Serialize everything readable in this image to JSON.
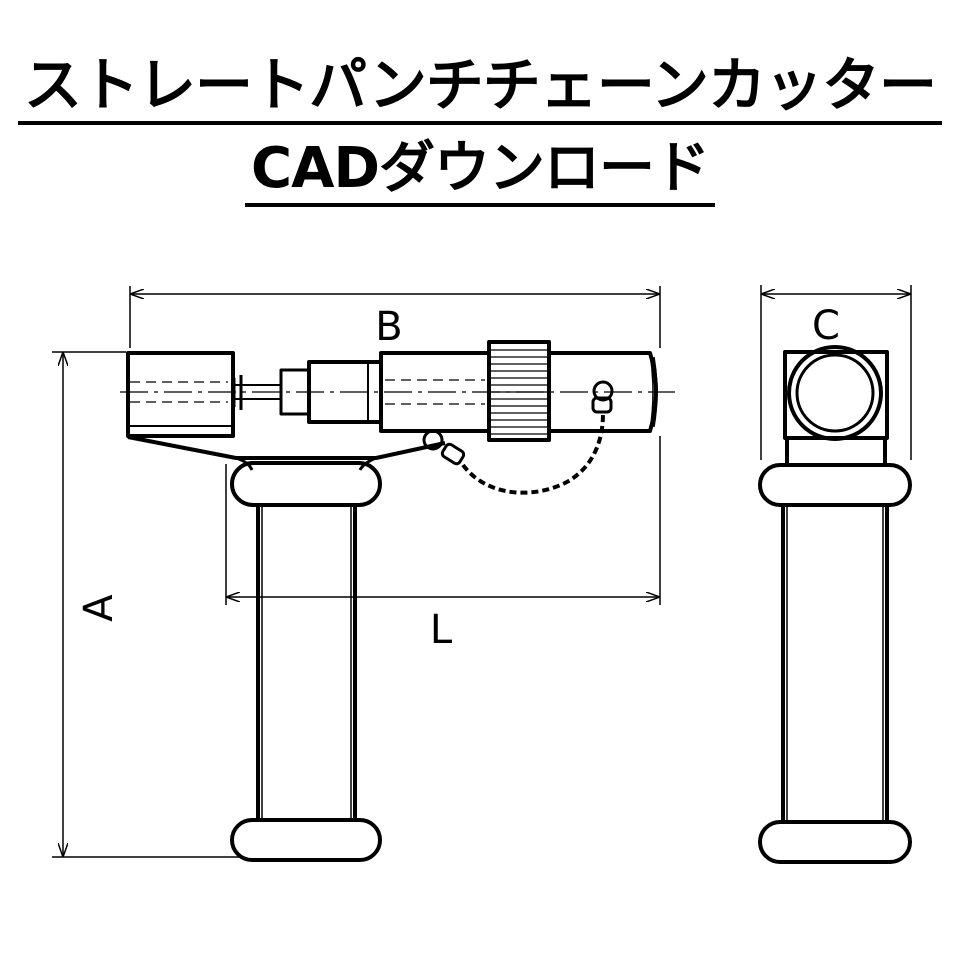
{
  "title": {
    "line1": "ストレートパンチチェーンカッター",
    "line2": "CADダウンロード"
  },
  "dimensions": {
    "A": "A",
    "B": "B",
    "C": "C",
    "L": "L"
  }
}
